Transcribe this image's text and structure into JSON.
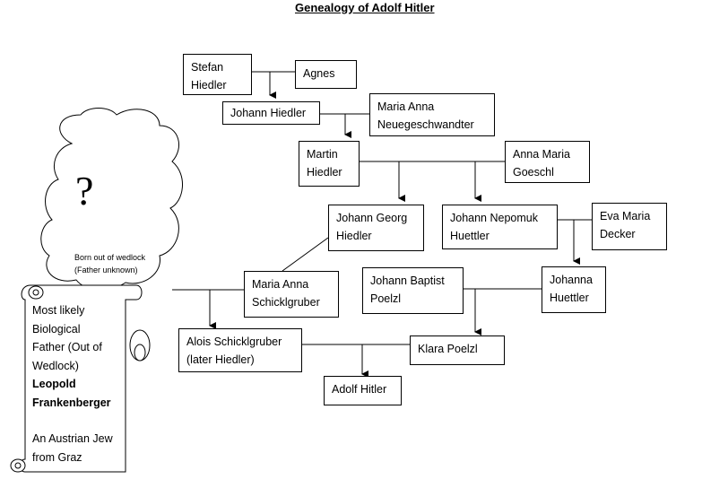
{
  "title": "Genealogy of Adolf Hitler",
  "people": {
    "stefan": [
      "Stefan",
      "Hiedler"
    ],
    "agnes": [
      "Agnes"
    ],
    "johann_hiedler": [
      "Johann Hiedler"
    ],
    "maria_anna_n": [
      "Maria Anna",
      "Neuegeschwandter"
    ],
    "martin": [
      "Martin",
      "Hiedler"
    ],
    "anna_maria": [
      "Anna Maria",
      "Goeschl"
    ],
    "johann_georg": [
      "Johann Georg",
      "Hiedler"
    ],
    "johann_nepomuk": [
      "Johann Nepomuk",
      "Huettler"
    ],
    "eva_maria": [
      "Eva Maria",
      "Decker"
    ],
    "maria_anna_s": [
      "Maria Anna",
      "Schicklgruber"
    ],
    "johann_baptist": [
      "Johann Baptist",
      "Poelzl"
    ],
    "johanna": [
      "Johanna",
      "Huettler"
    ],
    "alois": [
      "Alois Schicklgruber",
      "(later Hiedler)"
    ],
    "klara": [
      "Klara Poelzl"
    ],
    "adolf": [
      "Adolf Hitler"
    ]
  },
  "cloud": {
    "symbol": "?",
    "line1": "Born out of wedlock",
    "line2": "(Father unknown)"
  },
  "scroll": {
    "line1": "Most likely",
    "line2": "Biological",
    "line3": "Father (Out of",
    "line4": "Wedlock)",
    "name1": "Leopold",
    "name2": "Frankenberger",
    "desc1": "An Austrian Jew",
    "desc2": "from Graz"
  }
}
